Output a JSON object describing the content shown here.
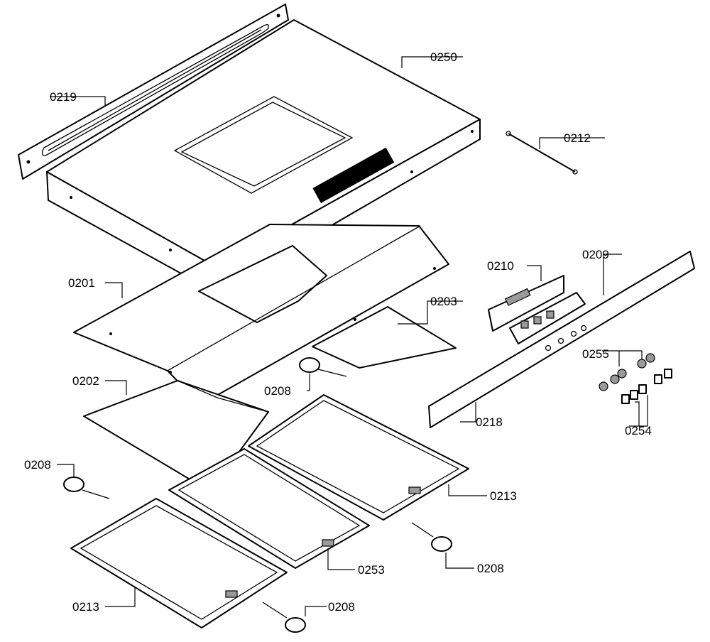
{
  "labels": {
    "p0219": "0219",
    "p0250": "0250",
    "p0212": "0212",
    "p0201": "0201",
    "p0210": "0210",
    "p0209": "0209",
    "p0203": "0203",
    "p0255": "0255",
    "p0202": "0202",
    "p0208_a": "0208",
    "p0218": "0218",
    "p0254": "0254",
    "p0208_b": "0208",
    "p0213_a": "0213",
    "p0253": "0253",
    "p0208_c": "0208",
    "p0213_b": "0213",
    "p0208_d": "0208"
  }
}
